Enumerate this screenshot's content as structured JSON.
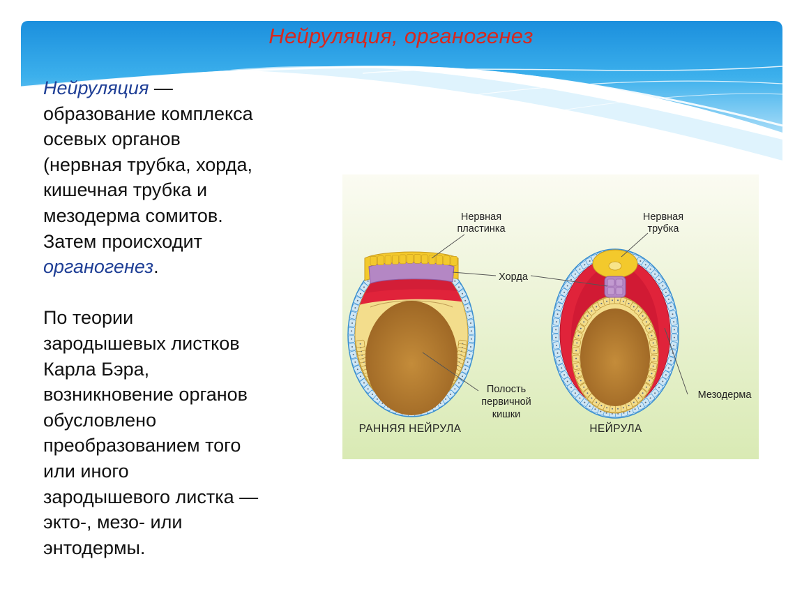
{
  "slide": {
    "title": "Нейруляция, органогенез",
    "paragraph1": {
      "term": "Нейруляция",
      "dash": " —",
      "lines": [
        "образование комплекса",
        "осевых органов",
        "(нервная трубка, хорда,",
        "кишечная трубка и",
        "мезодерма сомитов.",
        "Затем происходит"
      ],
      "term2": "органогенез",
      "term2_suffix": "."
    },
    "paragraph2": {
      "lines": [
        "По теории",
        "зародышевых листков",
        "Карла Бэра,",
        "возникновение органов",
        "обусловлено",
        "преобразованием того",
        "или иного",
        "зародышевого листка —",
        "экто-, мезо- или",
        "энтодермы."
      ]
    }
  },
  "figure": {
    "labels": {
      "neural_plate_1": "Нервная",
      "neural_plate_2": "пластинка",
      "neural_tube_1": "Нервная",
      "neural_tube_2": "трубка",
      "chord": "Хорда",
      "gut_1": "Полость",
      "gut_2": "первичной",
      "gut_3": "кишки",
      "mesoderm": "Мезодерма"
    },
    "captions": {
      "left": "РАННЯЯ НЕЙРУЛА",
      "right": "НЕЙРУЛА"
    },
    "colors": {
      "ectoderm": "#cfe6f4",
      "endoderm": "#f3dd8c",
      "mesoderm": "#e0233a",
      "neural": "#f3c92c",
      "chord": "#b487c4",
      "yolk": "#b9802f"
    }
  }
}
